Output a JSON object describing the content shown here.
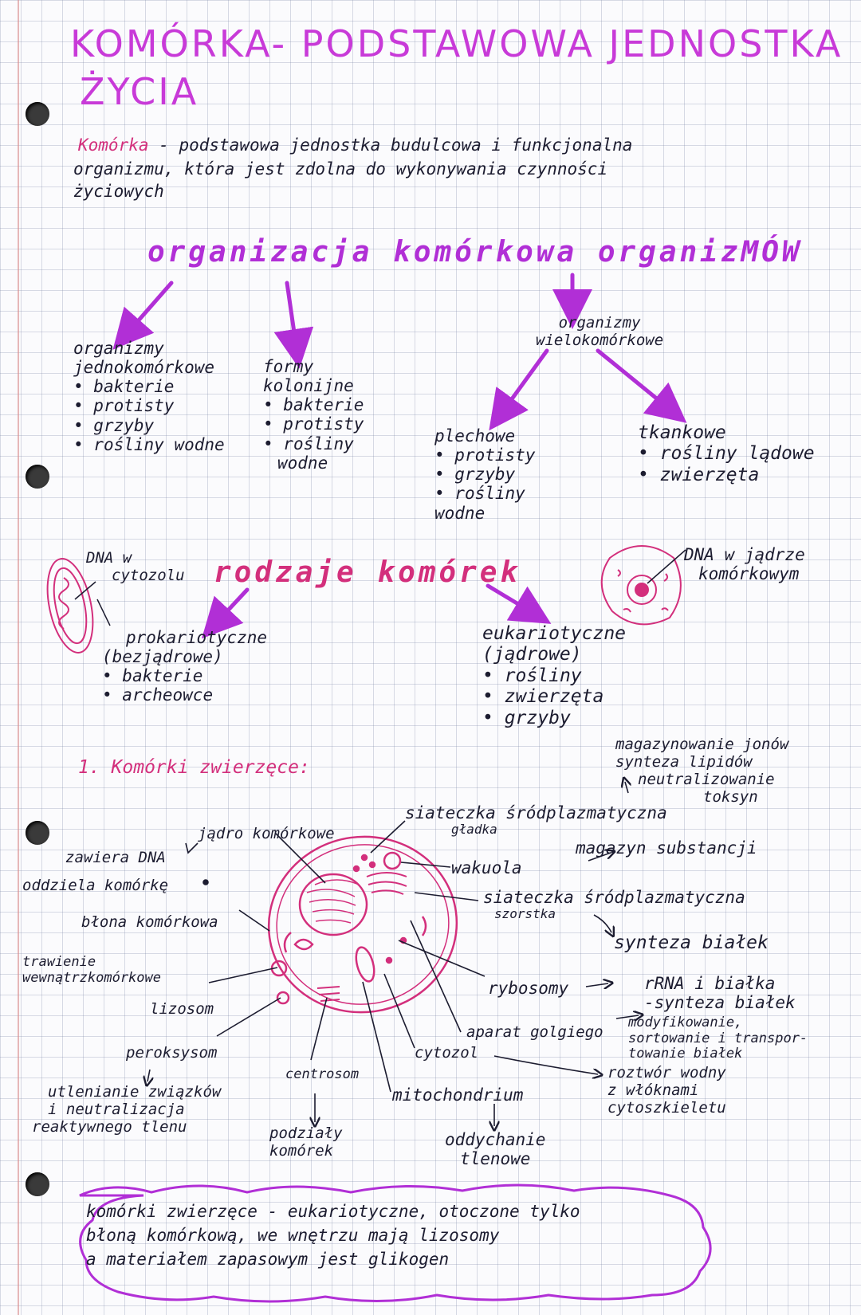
{
  "title": {
    "line1": "KOMÓRKA- PODSTAWOWA JEDNOSTKA",
    "line2": "ŻYCIA"
  },
  "definition": {
    "term": "Komórka",
    "line1": "- podstawowa jednostka budulcowa i funkcjonalna",
    "line2": "organizmu, która jest zdolna do wykonywania czynności",
    "line3": "życiowych"
  },
  "organization": {
    "heading": "organizacja komórkowa organizMÓW",
    "unicellular": {
      "title1": "organizmy",
      "title2": "jednokomórkowe",
      "items": [
        "bakterie",
        "protisty",
        "grzyby",
        "rośliny wodne"
      ]
    },
    "colonial": {
      "title1": "formy",
      "title2": "kolonijne",
      "items": [
        "bakterie",
        "protisty",
        "rośliny"
      ],
      "extra": "wodne"
    },
    "multicellular": {
      "title1": "organizmy",
      "title2": "wielokomórkowe"
    },
    "thallus": {
      "title": "plechowe",
      "items": [
        "protisty",
        "grzyby",
        "rośliny"
      ],
      "extra": "wodne"
    },
    "tissue": {
      "title": "tkankowe",
      "items": [
        "rośliny lądowe",
        "zwierzęta"
      ]
    }
  },
  "cell_types": {
    "heading": "rodzaje komórek",
    "dna_cytosol1": "DNA w",
    "dna_cytosol2": "cytozolu",
    "dna_nucleus1": "DNA w jądrze",
    "dna_nucleus2": "komórkowym",
    "prokaryotic": {
      "title": "prokariotyczne",
      "sub": "(bezjądrowe)",
      "items": [
        "bakterie",
        "archeowce"
      ]
    },
    "eukaryotic": {
      "title": "eukariotyczne",
      "sub": "(jądrowe)",
      "items": [
        "rośliny",
        "zwierzęta",
        "grzyby"
      ]
    }
  },
  "animal_cell": {
    "heading": "1. Komórki zwierzęce:",
    "labels": {
      "nucleus": "jądro komórkowe",
      "nucleus_fn": "zawiera DNA",
      "membrane_fn": "oddziela komórkę",
      "membrane": "błona komórkowa",
      "digestion1": "trawienie",
      "digestion2": "wewnątrzkomórkowe",
      "lysosome": "lizosom",
      "peroxisome": "peroksysom",
      "peroxisome_fn1": "utlenianie związków",
      "peroxisome_fn2": "i neutralizacja",
      "peroxisome_fn3": "reaktywnego tlenu",
      "centrosome": "centrosom",
      "centrosome_fn1": "podziały",
      "centrosome_fn2": "komórek",
      "mitochondrion": "mitochondrium",
      "mitochondrion_fn1": "oddychanie",
      "mitochondrion_fn2": "tlenowe",
      "cytosol": "cytozol",
      "cytosol_fn1": "roztwór wodny",
      "cytosol_fn2": "z włóknami",
      "cytosol_fn3": "cytoszkieletu",
      "golgi": "aparat golgiego",
      "golgi_fn1": "modyfikowanie,",
      "golgi_fn2": "sortowanie i transpor-",
      "golgi_fn3": "towanie białek",
      "ribosomes": "rybosomy",
      "ribosomes_fn1": "rRNA i białka",
      "ribosomes_fn2": "-synteza białek",
      "rough_er1": "siateczka śródplazmatyczna",
      "rough_er2": "szorstka",
      "rough_er_fn": "synteza białek",
      "vacuole": "wakuola",
      "vacuole_fn": "magazyn substancji",
      "smooth_er1": "siateczka śródplazmatyczna",
      "smooth_er2": "gładka",
      "smooth_er_fn1": "magazynowanie jonów",
      "smooth_er_fn2": "synteza lipidów",
      "smooth_er_fn3": "neutralizowanie",
      "smooth_er_fn4": "toksyn"
    }
  },
  "summary": {
    "line1": "komórki zwierzęce - eukariotyczne, otoczone tylko",
    "line2": "błoną komórkową, we wnętrzu mają lizosomy",
    "line3": "a materiałem zapasowym jest glikogen"
  },
  "colors": {
    "title": "#c83ad8",
    "violet": "#b12fd6",
    "pink": "#d32f7c",
    "ink": "#1c1c30"
  }
}
